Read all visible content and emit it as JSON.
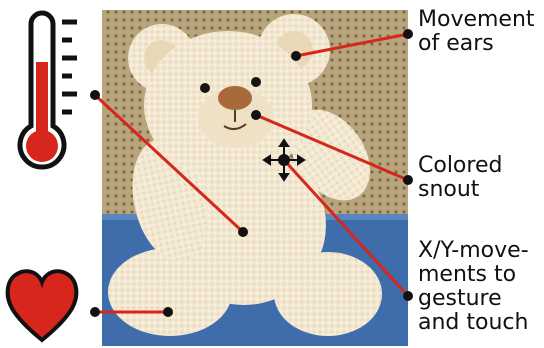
{
  "annotations": {
    "ears": "Movement\nof ears",
    "snout": "Colored\nsnout",
    "xy": "X/Y-move-\nments to\ngesture\nand touch"
  },
  "colors": {
    "accent_red": "#d7261c",
    "thermo_outline": "#111111",
    "photo_wall": "#c8b48a",
    "photo_table": "#3e6fae",
    "bear_fur": "#f2e6cf",
    "bear_snout": "#a86a3c"
  },
  "icons": {
    "thermometer": "thermometer-icon",
    "heart": "heart-icon",
    "move_cursor": "move-cursor-icon"
  },
  "image": "teddy-bear-photo"
}
